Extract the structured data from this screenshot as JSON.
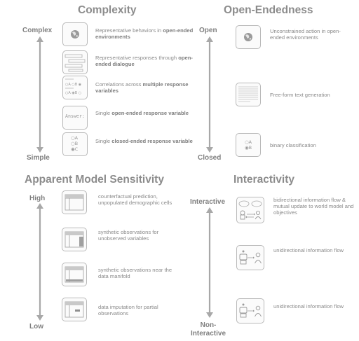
{
  "panels": {
    "complexity": {
      "title": "Complexity",
      "top_label": "Complex",
      "bottom_label": "Simple",
      "items": [
        {
          "icon": "globe-icon",
          "pre": "Representative behaviors in ",
          "bold": "open-ended environments",
          "post": ""
        },
        {
          "icon": "dialogue-icon",
          "pre": "Representative responses through ",
          "bold": "open-ended dialogue",
          "post": ""
        },
        {
          "icon": "multi-choice-icon",
          "pre": "Correlations across ",
          "bold": "multiple response variables",
          "post": ""
        },
        {
          "icon": "answer-box-icon",
          "icon_text": "Answer:",
          "pre": "Single ",
          "bold": "open-ended response variable",
          "post": ""
        },
        {
          "icon": "abc-options-icon",
          "icon_lines": [
            "○A",
            "○B",
            "◉C"
          ],
          "pre": "Single ",
          "bold": "closed-ended response variable",
          "post": ""
        }
      ]
    },
    "open_endedness": {
      "title": "Open-Endedness",
      "top_label": "Open",
      "bottom_label": "Closed",
      "items": [
        {
          "icon": "globe-icon",
          "text": "Unconstrained action in open-ended environments"
        },
        {
          "icon": "text-doc-icon",
          "text": "Free-form text generation"
        },
        {
          "icon": "binary-options-icon",
          "icon_lines": [
            "○A",
            "◉B"
          ],
          "text": "binary classification"
        }
      ]
    },
    "sensitivity": {
      "title": "Apparent Model Sensitivity",
      "top_label": "High",
      "bottom_label": "Low",
      "items": [
        {
          "icon": "empty-table-icon",
          "text": "counterfactual prediction, unpopulated demographic cells"
        },
        {
          "icon": "partial-table-icon",
          "text": "synthetic observations for unobserved variables"
        },
        {
          "icon": "near-table-icon",
          "text": "synthetic observations near the data manifold"
        },
        {
          "icon": "single-cell-icon",
          "text": "data imputation for partial observations"
        }
      ]
    },
    "interactivity": {
      "title": "Interactivity",
      "top_label": "Interactive",
      "bottom_label": "Non-Interactive",
      "items": [
        {
          "icon": "bidirectional-flow-icon",
          "text": "bidirectional information flow & mutual update to world model and objectives"
        },
        {
          "icon": "robot-to-person-icon",
          "text": "unidirectional information flow"
        },
        {
          "icon": "robot-to-person-icon",
          "text": "unidirectional information flow"
        }
      ]
    }
  },
  "colors": {
    "text": "#8a8a8a",
    "border": "#b9b9b9",
    "arrow": "#a8a8a8"
  }
}
